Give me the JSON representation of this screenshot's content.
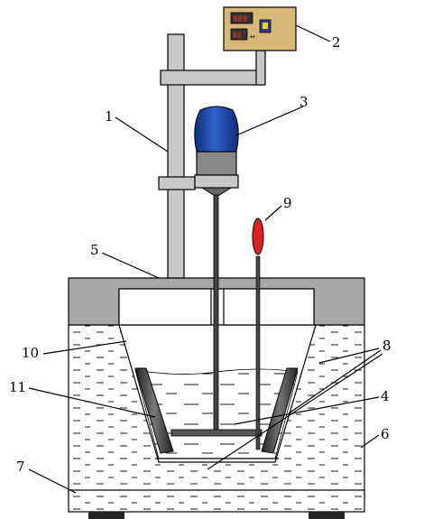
{
  "labels": {
    "l1": "1",
    "l2": "2",
    "l3": "3",
    "l4": "4",
    "l5": "5",
    "l6": "6",
    "l7": "7",
    "l8": "8",
    "l9": "9",
    "l10": "10",
    "l11": "11"
  },
  "controller": {
    "display_top": "888",
    "display_bottom": "88",
    "button_glyph": "↔"
  },
  "colors": {
    "controller_box": "#d8b878",
    "motor_body": "#1f4fb0",
    "thermocouple_tip": "#e02020",
    "lid": "#a8a8a8",
    "stand": "#c8c8c8",
    "insulation_fill": "#ffffff"
  },
  "icons": {
    "motor": "stirrer-motor-icon",
    "controller": "controller-box-icon",
    "thermocouple": "thermocouple-icon"
  }
}
